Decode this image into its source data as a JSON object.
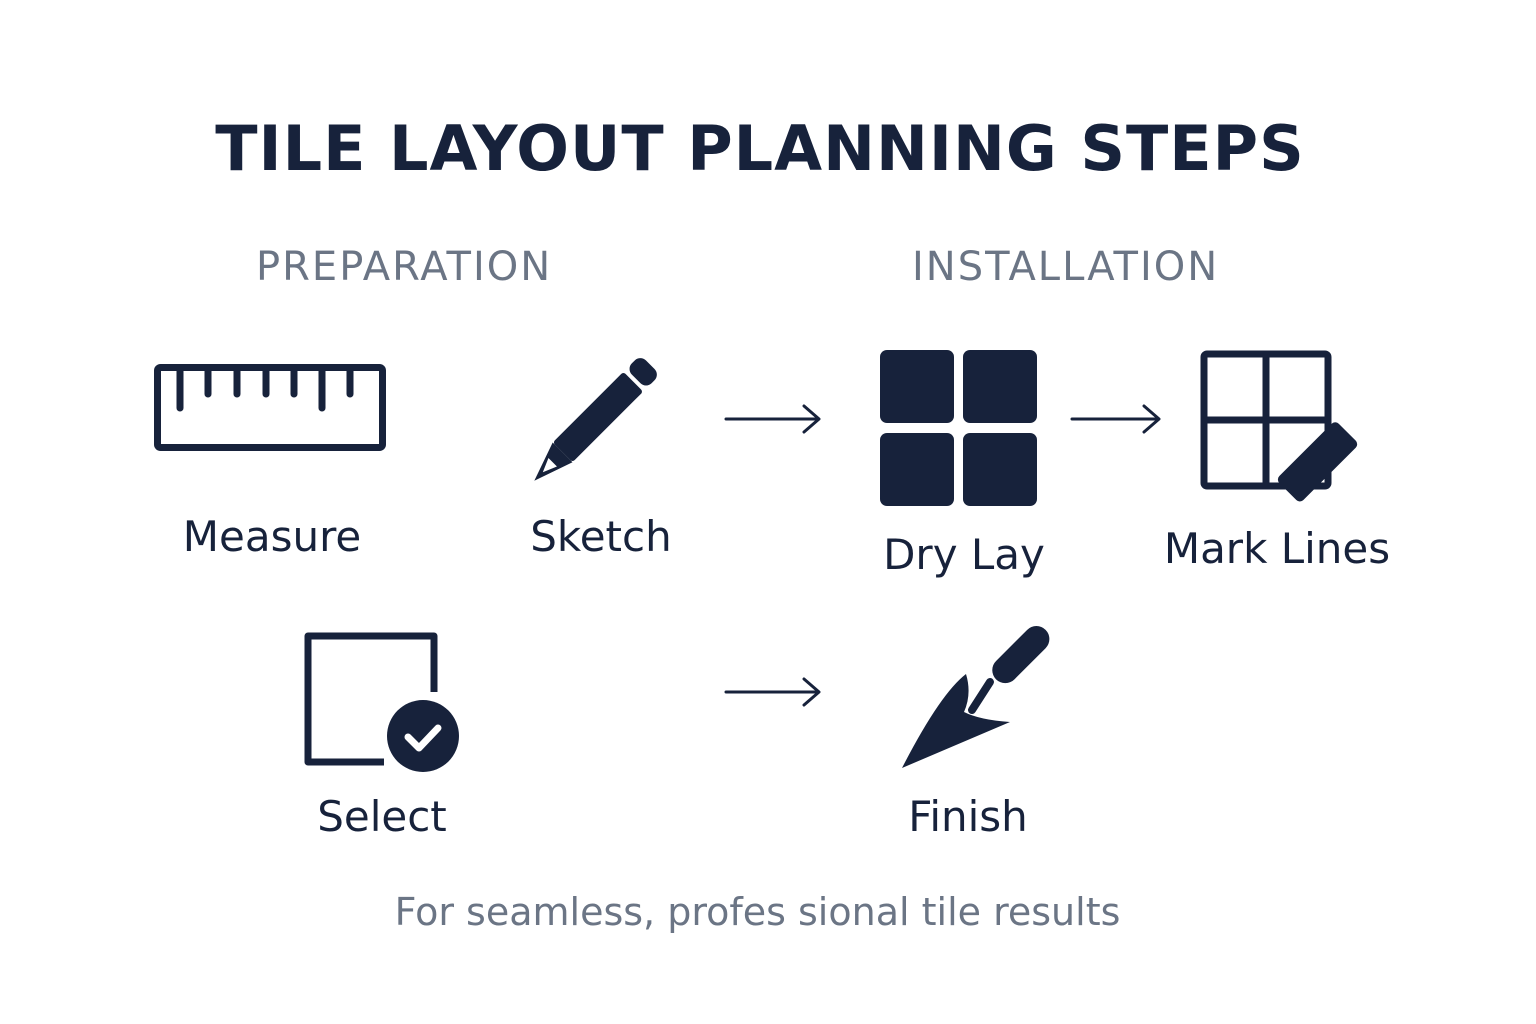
{
  "title": "TILE LAYOUT PLANNING STEPS",
  "sections": {
    "preparation": "PREPARATION",
    "installation": "INSTALLATION"
  },
  "steps": [
    {
      "label": "Measure",
      "icon": "ruler-icon"
    },
    {
      "label": "Sketch",
      "icon": "pencil-icon"
    },
    {
      "label": "Dry Lay",
      "icon": "tile-grid-icon"
    },
    {
      "label": "Mark Lines",
      "icon": "grid-marker-icon"
    },
    {
      "label": "Select",
      "icon": "tile-check-icon"
    },
    {
      "label": "Finish",
      "icon": "trowel-icon"
    }
  ],
  "footer": "For seamless, profes sional tile results",
  "colors": {
    "primary": "#17223b",
    "muted": "#6b7585",
    "background": "#ffffff"
  }
}
